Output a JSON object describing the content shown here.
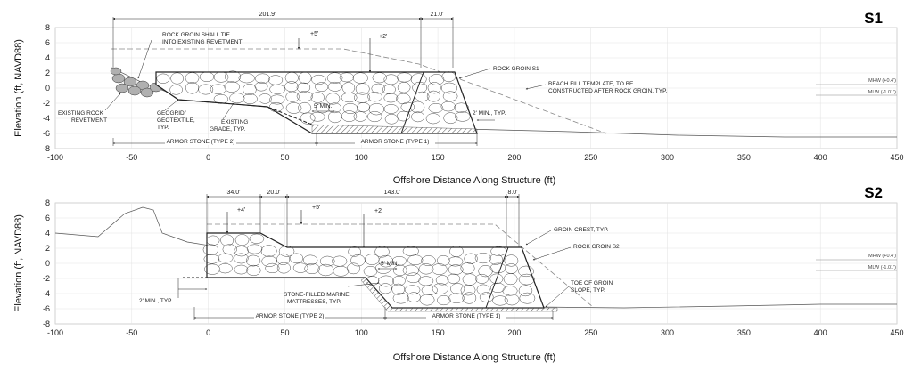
{
  "panels": [
    {
      "id": "S1",
      "title": "S1",
      "xlabel": "Offshore Distance Along Structure (ft)",
      "ylabel": "Elevation (ft, NAVD88)",
      "x_ticks": [
        "-100",
        "-50",
        "0",
        "50",
        "100",
        "150",
        "200",
        "250",
        "300",
        "350",
        "400",
        "450"
      ],
      "y_ticks": [
        "8",
        "6",
        "4",
        "2",
        "0",
        "-2",
        "-4",
        "-6",
        "-8"
      ],
      "dimensions": [
        "201.9'",
        "21.0'",
        "+5'",
        "+2'",
        "5' MIN.",
        "2' MIN., TYP."
      ],
      "notes": [
        "ROCK GROIN SHALL TIE",
        "INTO EXISTING REVETMENT",
        "ROCK GROIN S1",
        "BEACH FILL TEMPLATE, TO BE",
        "CONSTRUCTED AFTER ROCK GROIN, TYP.",
        "EXISTING ROCK",
        "REVETMENT",
        "GEOGRID/",
        "GEOTEXTILE,",
        "TYP.",
        "EXISTING",
        "GRADE, TYP."
      ],
      "armor_labels": [
        "ARMOR STONE (TYPE 2)",
        "ARMOR STONE (TYPE 1)"
      ],
      "water_levels": [
        "MHW (+0.4')",
        "MLW (-1.01')"
      ]
    },
    {
      "id": "S2",
      "title": "S2",
      "xlabel": "Offshore Distance Along Structure (ft)",
      "ylabel": "Elevation (ft, NAVD88)",
      "x_ticks": [
        "-100",
        "-50",
        "0",
        "50",
        "100",
        "150",
        "200",
        "250",
        "300",
        "350",
        "400",
        "450"
      ],
      "y_ticks": [
        "8",
        "6",
        "4",
        "2",
        "0",
        "-2",
        "-4",
        "-6",
        "-8"
      ],
      "dimensions": [
        "34.0'",
        "20.0'",
        "143.0'",
        "8.0'",
        "+4'",
        "+5'",
        "+2'",
        "5' MIN.",
        "2' MIN., TYP."
      ],
      "notes": [
        "GROIN CREST, TYP.",
        "ROCK GROIN S2",
        "STONE-FILLED MARINE",
        "MATTRESSES, TYP.",
        "TOE OF GROIN",
        "SLOPE, TYP."
      ],
      "armor_labels": [
        "ARMOR STONE (TYPE 2)",
        "ARMOR STONE (TYPE 1)"
      ],
      "water_levels": [
        "MHW (+0.4')",
        "MLW (-1.01')"
      ]
    }
  ],
  "style": {
    "line": "#222222",
    "dashed": "#888888",
    "stone_fill": "#ffffff",
    "rev_fill": "#b0b0b0",
    "hatch": "#555555"
  }
}
